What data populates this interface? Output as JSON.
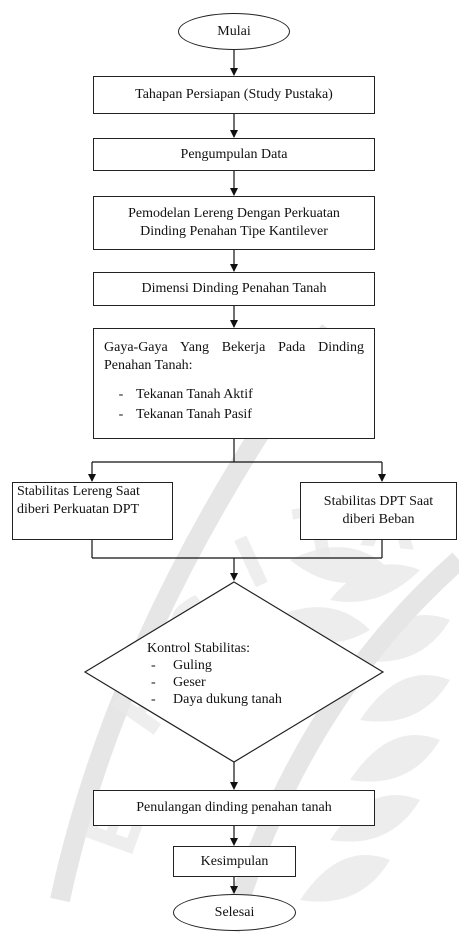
{
  "flowchart": {
    "start": "Mulai",
    "step_prep": "Tahapan Persiapan (Study Pustaka)",
    "step_data": "Pengumpulan Data",
    "step_model_1": "Pemodelan Lereng Dengan Perkuatan",
    "step_model_2": "Dinding Penahan Tipe Kantilever",
    "step_dimensi": "Dimensi Dinding Penahan Tanah",
    "gaya": {
      "title": "Gaya-Gaya Yang Bekerja Pada Dinding Penahan Tanah:",
      "items": [
        "Tekanan Tanah Aktif",
        "Tekanan Tanah Pasif"
      ]
    },
    "stab_lereng_1": "Stabilitas Lereng Saat",
    "stab_lereng_2": "diberi Perkuatan DPT",
    "stab_dpt_1": "Stabilitas DPT Saat",
    "stab_dpt_2": "diberi Beban",
    "kontrol": {
      "title": "Kontrol Stabilitas:",
      "items": [
        "Guling",
        "Geser",
        "Daya dukung tanah"
      ]
    },
    "step_penulangan": "Penulangan dinding penahan tanah",
    "step_kesimpulan": "Kesimpulan",
    "end": "Selesai",
    "bullet": "-"
  }
}
